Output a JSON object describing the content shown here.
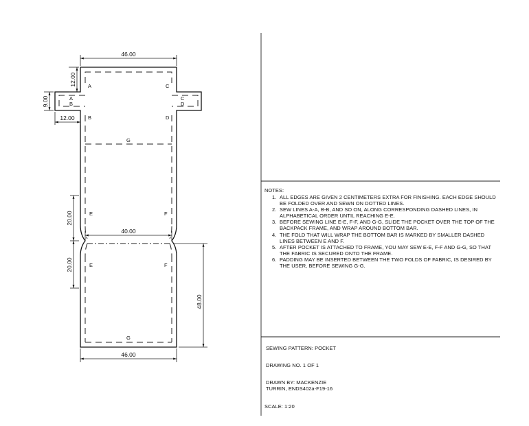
{
  "pattern": {
    "dimensions": {
      "top_width": "46.00",
      "top_height": "12.00",
      "tab_height": "9.00",
      "tab_width": "12.00",
      "middle_width": "40.00",
      "upper_taper": "20.00",
      "lower_taper": "20.00",
      "bottom_height": "48.00",
      "bottom_width": "46.00"
    },
    "labels": {
      "A": "A",
      "B": "B",
      "C": "C",
      "D": "D",
      "E": "E",
      "F": "F",
      "G": "G"
    }
  },
  "notes": {
    "heading": "NOTES:",
    "items": [
      {
        "num": "1.",
        "text": "ALL EDGES ARE GIVEN 2 CENTIMETERS EXTRA FOR FINISHING. EACH EDGE SHOULD BE FOLDED OVER AND SEWN ON DOTTED LINES."
      },
      {
        "num": "2.",
        "text": "SEW LINES A-A, B-B, AND SO ON, ALONG CORRESPONDING DASHED LINES, IN ALPHABETICAL ORDER UNTIL REACHING E-E."
      },
      {
        "num": "3.",
        "text": "BEFORE SEWING LINE E-E, F-F, AND G-G, SLIDE THE POCKET OVER THE TOP OF THE BACKPACK FRAME, AND WRAP AROUND BOTTOM BAR."
      },
      {
        "num": "4.",
        "text": "THE FOLD THAT WILL WRAP THE BOTTOM BAR IS MARKED BY SMALLER DASHED LINES BETWEEN E AND F."
      },
      {
        "num": "5.",
        "text": "AFTER POCKET IS ATTACHED TO FRAME, YOU MAY SEW E-E, F-F AND G-G, SO THAT THE FABRIC IS SECURED ONTO THE FRAME."
      },
      {
        "num": "6.",
        "text": "PADDING MAY BE INSERTED BETWEEN THE TWO FOLDS OF FABRIC, IS DESIRED BY THE USER, BEFORE SEWING G-G."
      }
    ]
  },
  "title_block": {
    "title": "SEWING PATTERN: POCKET",
    "drawing_no": "DRAWING NO. 1 OF 1",
    "drawn_by": "DRAWN BY: MACKENZIE TURRIN, ENDS402a-F19-16",
    "scale": "SCALE: 1:20"
  }
}
